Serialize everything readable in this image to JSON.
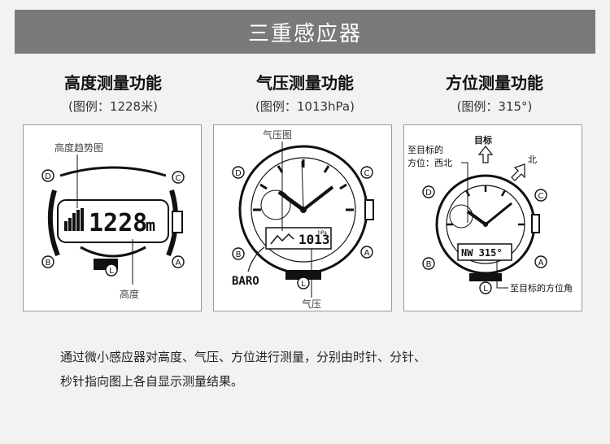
{
  "banner": {
    "title": "三重感应器"
  },
  "columns": [
    {
      "title": "高度测量功能",
      "example": "(图例：1228米)",
      "labels": {
        "trend": "高度趋势图",
        "value": "高度"
      },
      "display": {
        "value": "1228",
        "unit": "m"
      },
      "buttons": [
        "D",
        "C",
        "B",
        "A",
        "L"
      ]
    },
    {
      "title": "气压测量功能",
      "example": "(图例：1013hPa)",
      "labels": {
        "graph": "气压图",
        "value": "气压",
        "baro": "BARO"
      },
      "display": {
        "value": "1013",
        "unit": "hPa"
      },
      "buttons": [
        "D",
        "C",
        "B",
        "A",
        "L"
      ]
    },
    {
      "title": "方位测量功能",
      "example": "(图例：315°)",
      "labels": {
        "target": "目标",
        "north": "北",
        "bearing_line1": "至目标的",
        "bearing_line2": "方位：西北",
        "angle": "至目标的方位角"
      },
      "display": {
        "value": "NW 315°"
      },
      "buttons": [
        "D",
        "C",
        "B",
        "A",
        "L"
      ]
    }
  ],
  "caption": {
    "line1": "通过微小感应器对高度、气压、方位进行测量，分别由时针、分针、",
    "line2": "秒针指向图上各自显示测量结果。"
  }
}
